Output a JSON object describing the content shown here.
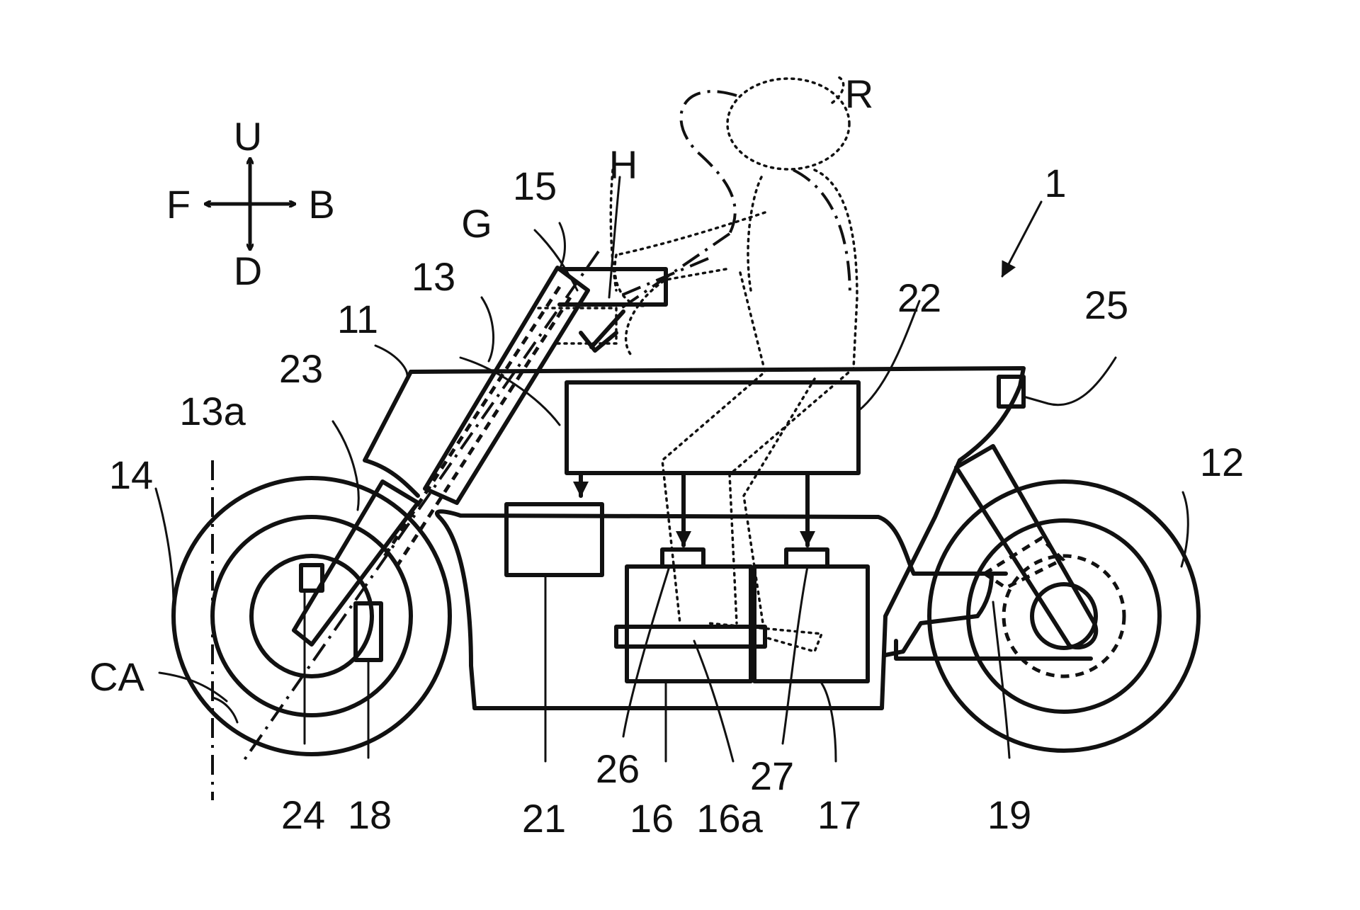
{
  "directions": {
    "up": "U",
    "down": "D",
    "front": "F",
    "back": "B"
  },
  "labels": {
    "vehicle": "1",
    "frame": "11",
    "rear_wheel": "12",
    "steering_shaft": "13",
    "steering_axis": "13a",
    "front_wheel": "14",
    "handle": "15",
    "battery_a": "16",
    "battery_a_part": "16a",
    "battery_b": "17",
    "front_motor": "18",
    "rear_motor": "19",
    "controller_a": "21",
    "controller_b": "22",
    "front_sensor": "23",
    "steering_sensor": "24",
    "rear_sensor": "25",
    "battery_sensor_a": "26",
    "battery_sensor_b": "27",
    "rider": "R",
    "hand_position": "H",
    "grip_force": "G",
    "caster_angle": "CA"
  }
}
